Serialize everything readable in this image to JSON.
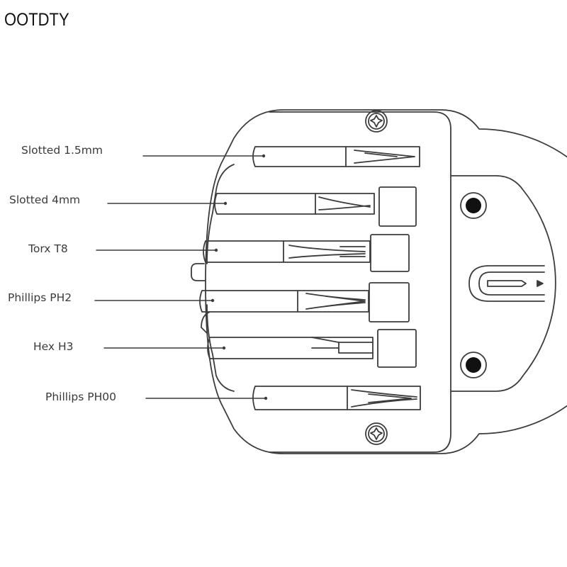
{
  "brand": {
    "text": "OOTDTY"
  },
  "diagram": {
    "stroke_color": "#3c3c3c",
    "labels": [
      {
        "id": "slotted-1-5",
        "text": "Slotted 1.5mm"
      },
      {
        "id": "slotted-4",
        "text": "Slotted 4mm"
      },
      {
        "id": "torx-t8",
        "text": "Torx T8"
      },
      {
        "id": "phillips-ph2",
        "text": "Phillips PH2"
      },
      {
        "id": "hex-h3",
        "text": "Hex H3"
      },
      {
        "id": "phillips-ph00",
        "text": "Phillips PH00"
      }
    ]
  }
}
